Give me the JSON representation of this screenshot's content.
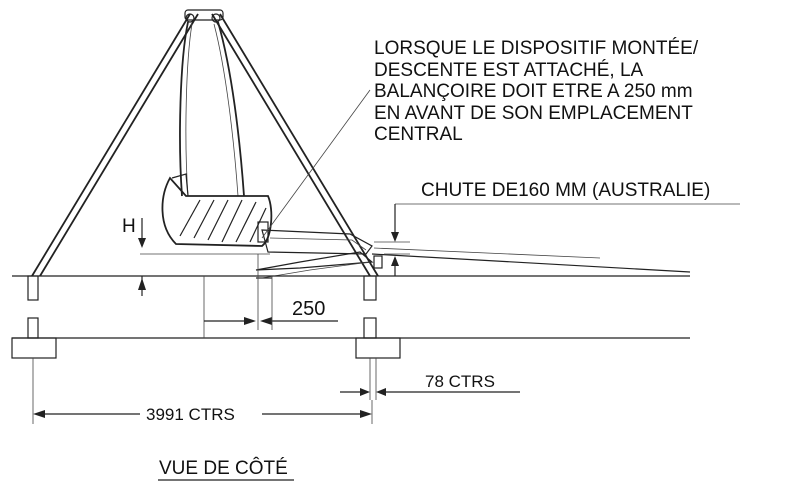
{
  "note": "LORSQUE LE DISPOSITIF MONTÉE/\nDESCENTE EST ATTACHÉ, LA\nBALANÇOIRE DOIT ETRE A 250 mm\nEN AVANT DE SON EMPLACEMENT\nCENTRAL",
  "labels": {
    "drop": "CHUTE DE160 MM (AUSTRALIE)",
    "h": "H",
    "offset": "250",
    "post_centers": "78 CTRS",
    "frame_centers": "3991 CTRS",
    "view_title": "VUE DE CÔTÉ"
  },
  "colors": {
    "line": "#222222",
    "text": "#111111",
    "background": "#ffffff"
  }
}
